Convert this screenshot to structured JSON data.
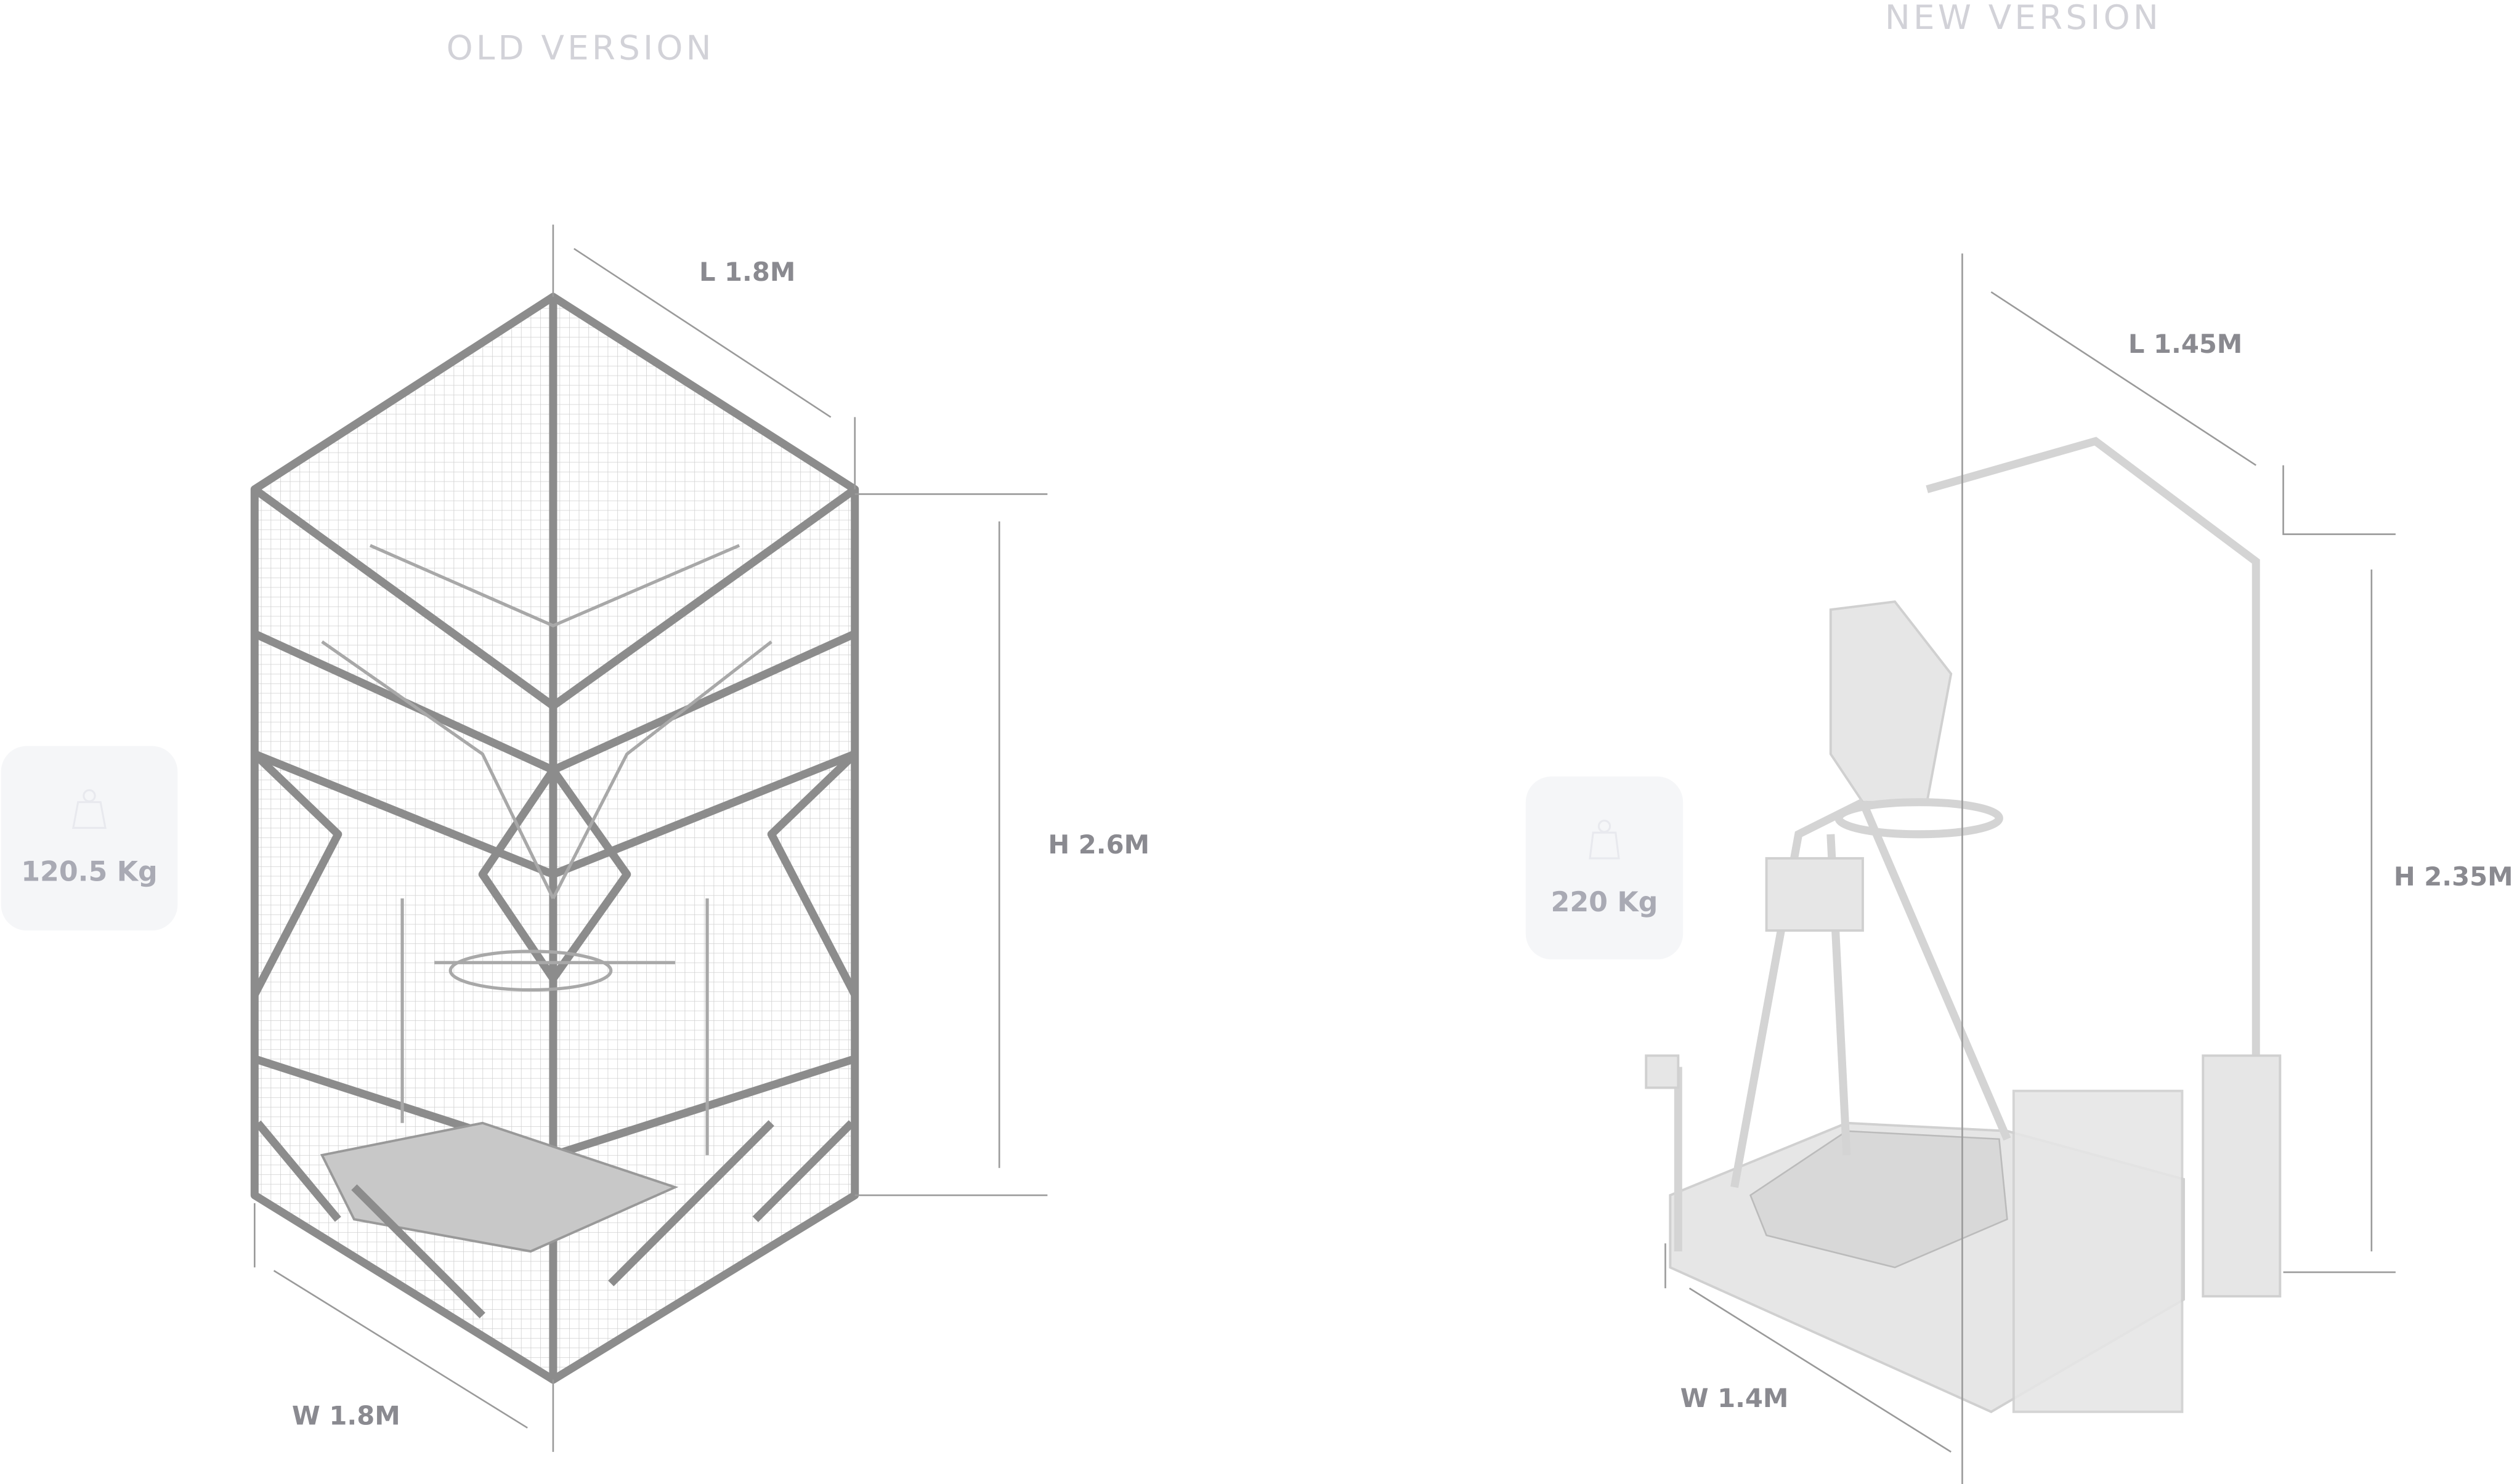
{
  "old_version": {
    "title": "OLD VERSION",
    "length": "L 1.8M",
    "height": "H 2.6M",
    "width": "W 1.8M",
    "weight": "120.5 Kg",
    "weight_icon": "weight-icon"
  },
  "new_version": {
    "title": "NEW VERSION",
    "length": "L 1.45M",
    "height": "H 2.35M",
    "width": "W 1.4M",
    "weight": "220 Kg",
    "weight_icon": "weight-icon"
  },
  "colors": {
    "title": "#d2d2d8",
    "label": "#8a8a90",
    "badge_bg": "#f5f6f8",
    "badge_text": "#a9aab4"
  }
}
